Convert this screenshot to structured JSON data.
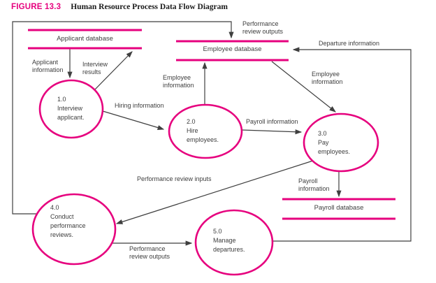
{
  "header": {
    "figure_label": "FIGURE 13.3",
    "title": "Human Resource Process Data Flow Diagram"
  },
  "colors": {
    "accent": "#e6017e",
    "flow_line": "#3f3f3f",
    "text": "#3d3d3d"
  },
  "datastores": {
    "applicant": {
      "label": "Applicant database"
    },
    "employee": {
      "label": "Employee database"
    },
    "payroll": {
      "label": "Payroll database"
    }
  },
  "processes": {
    "p1": {
      "label": "1.0\nInterview\napplicant."
    },
    "p2": {
      "label": "2.0\nHire\nemployees."
    },
    "p3": {
      "label": "3.0\nPay\nemployees."
    },
    "p4": {
      "label": "4.0\nConduct\nperformance\nreviews."
    },
    "p5": {
      "label": "5.0\nManage\ndepartures."
    }
  },
  "flows": {
    "applicant_information": {
      "label": "Applicant\ninformation"
    },
    "interview_results": {
      "label": "Interview\nresults"
    },
    "performance_review_outputs_to_db": {
      "label": "Performance\nreview outputs"
    },
    "departure_information": {
      "label": "Departure information"
    },
    "employee_information_from_hire": {
      "label": "Employee\ninformation"
    },
    "employee_information_to_pay": {
      "label": "Employee\ninformation"
    },
    "hiring_information": {
      "label": "Hiring information"
    },
    "payroll_information_to_pay": {
      "label": "Payroll information"
    },
    "performance_review_inputs": {
      "label": "Performance review inputs"
    },
    "payroll_information_to_db": {
      "label": "Payroll\ninformation"
    },
    "performance_review_outputs_to_manage": {
      "label": "Performance\nreview outputs"
    }
  }
}
